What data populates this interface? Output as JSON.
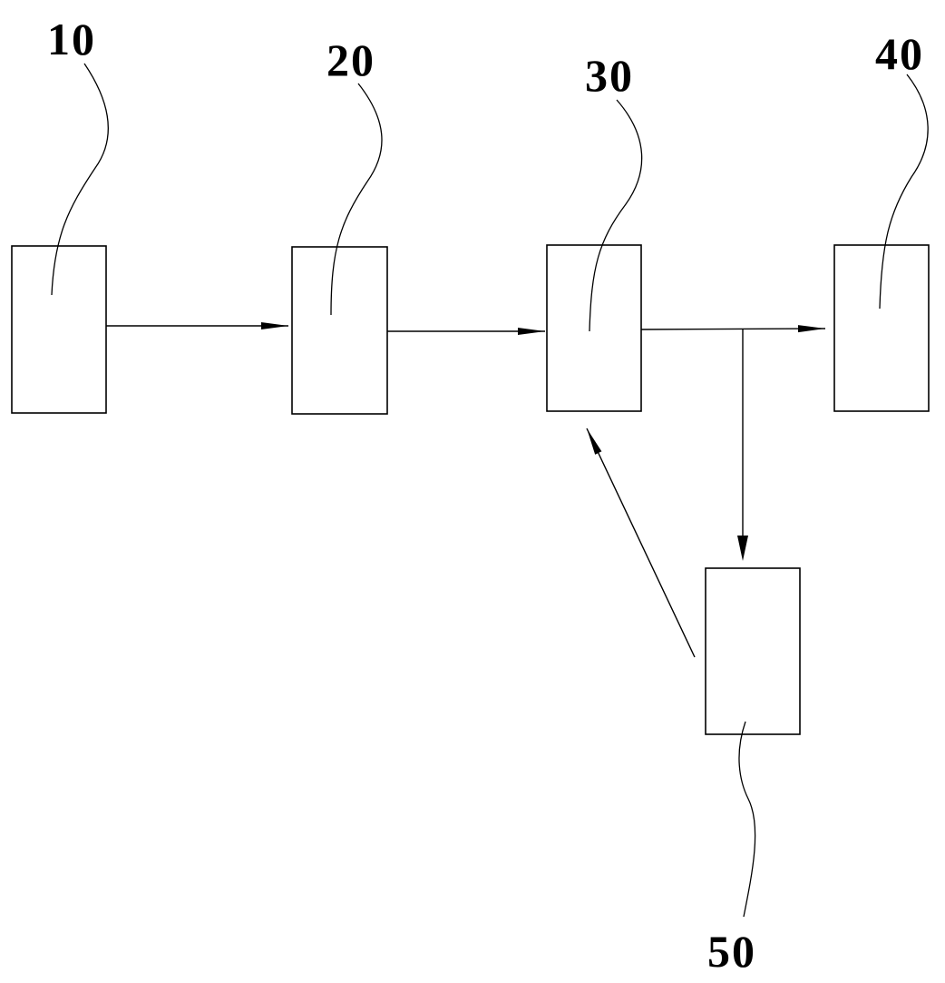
{
  "diagram": {
    "labels": {
      "n10": "10",
      "n20": "20",
      "n30": "30",
      "n40": "40",
      "n50": "50"
    },
    "colors": {
      "line": "#000000",
      "background": "#ffffff"
    }
  }
}
